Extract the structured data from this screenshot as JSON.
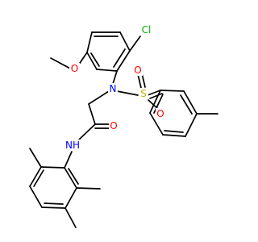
{
  "colors": {
    "bond": "#000000",
    "carbon": "#000000",
    "nitrogen": "#0000ff",
    "oxygen": "#ff0000",
    "sulfur": "#b8b800",
    "chlorine": "#00b000"
  },
  "atoms": {
    "cl": {
      "text": "Cl",
      "color": "chlorine"
    },
    "o_methoxy": {
      "text": "O",
      "color": "oxygen"
    },
    "n_sulfonamide": {
      "text": "N",
      "color": "nitrogen"
    },
    "s": {
      "text": "S",
      "color": "sulfur"
    },
    "o_s_left": {
      "text": "O",
      "color": "oxygen"
    },
    "o_s_right": {
      "text": "O",
      "color": "oxygen"
    },
    "o_carbonyl": {
      "text": "O",
      "color": "oxygen"
    },
    "nh_amide": {
      "text": "NH",
      "color": "nitrogen"
    }
  }
}
